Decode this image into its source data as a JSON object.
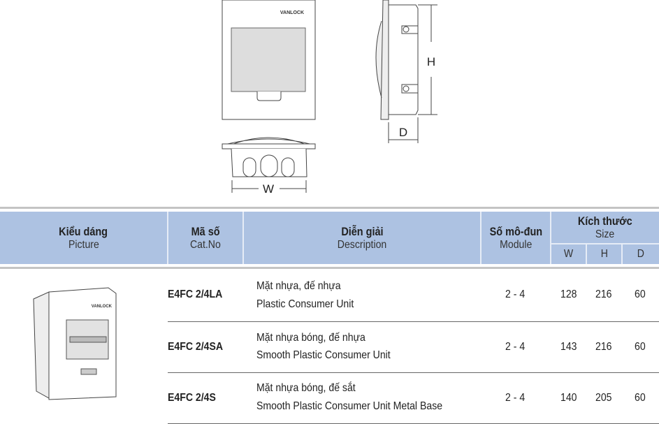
{
  "drawing": {
    "logo": "VANLOCK",
    "dim_w": "W",
    "dim_h": "H",
    "dim_d": "D"
  },
  "header": {
    "picture": {
      "vi": "Kiểu dáng",
      "en": "Picture"
    },
    "catno": {
      "vi": "Mã số",
      "en": "Cat.No"
    },
    "description": {
      "vi": "Diễn giải",
      "en": "Description"
    },
    "module": {
      "vi": "Số mô-đun",
      "en": "Module"
    },
    "size": {
      "vi": "Kích thước",
      "en": "Size",
      "w": "W",
      "h": "H",
      "d": "D"
    }
  },
  "rows": [
    {
      "catno": "E4FC 2/4LA",
      "desc_vi": "Mặt nhựa, đế nhựa",
      "desc_en": "Plastic Consumer Unit",
      "module": "2 - 4",
      "w": "128",
      "h": "216",
      "d": "60"
    },
    {
      "catno": "E4FC 2/4SA",
      "desc_vi": "Mặt nhựa bóng, đế nhựa",
      "desc_en": "Smooth Plastic Consumer Unit",
      "module": "2 - 4",
      "w": "143",
      "h": "216",
      "d": "60"
    },
    {
      "catno": "E4FC 2/4S",
      "desc_vi": "Mặt nhựa bóng, đế sắt",
      "desc_en": "Smooth Plastic Consumer Unit Metal Base",
      "module": "2 - 4",
      "w": "140",
      "h": "205",
      "d": "60"
    }
  ]
}
